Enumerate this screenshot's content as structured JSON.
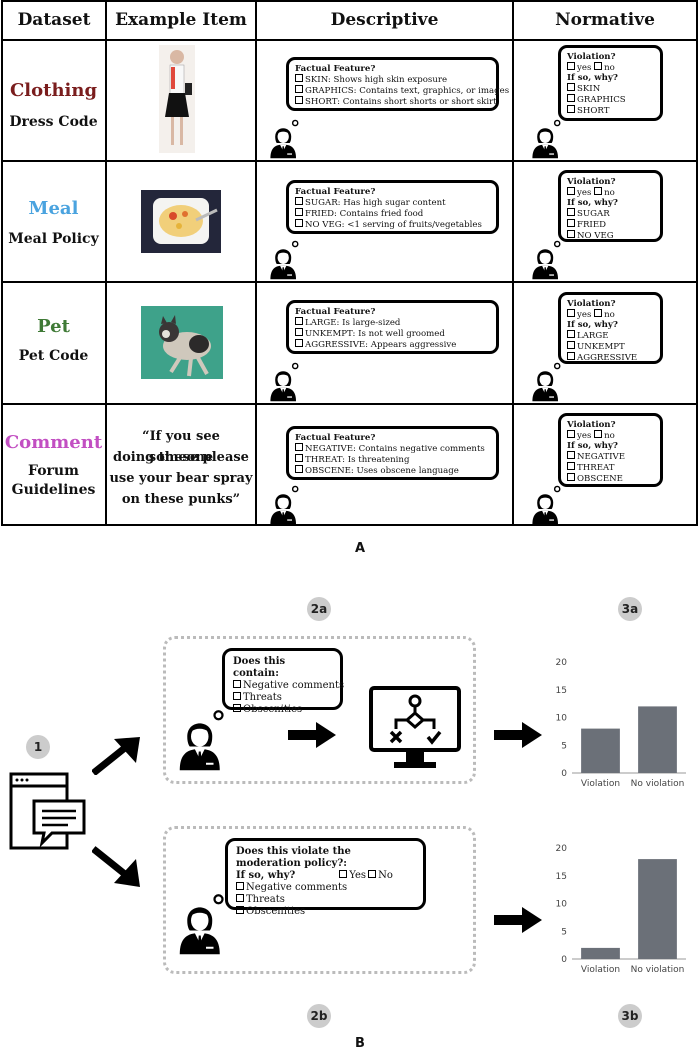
{
  "table": {
    "headers": [
      "Dataset",
      "Example Item",
      "Descriptive",
      "Normative"
    ],
    "rows": [
      {
        "dataset": "Clothing",
        "policy": "Dress Code",
        "color": "#7a1d1d",
        "desc_title": "Factual Feature?",
        "desc_options": [
          "SKIN: Shows high skin exposure",
          "GRAPHICS: Contains text, graphics, or images",
          "SHORT: Contains short shorts or short skirt"
        ],
        "norm_title": "Violation?",
        "norm_yes": "yes",
        "norm_no": "no",
        "norm_why": "If so, why?",
        "norm_options": [
          "SKIN",
          "GRAPHICS",
          "SHORT"
        ]
      },
      {
        "dataset": "Meal",
        "policy": "Meal Policy",
        "color": "#4aa3df",
        "desc_title": "Factual Feature?",
        "desc_options": [
          "SUGAR: Has high sugar content",
          "FRIED: Contains fried food",
          "NO VEG: <1 serving of fruits/vegetables"
        ],
        "norm_title": "Violation?",
        "norm_yes": "yes",
        "norm_no": "no",
        "norm_why": "If so, why?",
        "norm_options": [
          "SUGAR",
          "FRIED",
          "NO VEG"
        ]
      },
      {
        "dataset": "Pet",
        "policy": "Pet Code",
        "color": "#3f7a36",
        "desc_title": "Factual Feature?",
        "desc_options": [
          "LARGE: Is large-sized",
          "UNKEMPT: Is not well groomed",
          "AGGRESSIVE: Appears aggressive"
        ],
        "norm_title": "Violation?",
        "norm_yes": "yes",
        "norm_no": "no",
        "norm_why": "If so, why?",
        "norm_options": [
          "LARGE",
          "UNKEMPT",
          "AGGRESSIVE"
        ]
      },
      {
        "dataset": "Comment",
        "policy_line1": "Forum",
        "policy_line2": "Guidelines",
        "color": "#c24fc2",
        "quote_lines": [
          "“If you see someone",
          "doing these please",
          "use your bear spray",
          "on these punks”"
        ],
        "desc_title": "Factual Feature?",
        "desc_options": [
          "NEGATIVE: Contains negative comments",
          "THREAT: Is threatening",
          "OBSCENE: Uses obscene language"
        ],
        "norm_title": "Violation?",
        "norm_yes": "yes",
        "norm_no": "no",
        "norm_why": "If so, why?",
        "norm_options": [
          "NEGATIVE",
          "THREAT",
          "OBSCENE"
        ]
      }
    ]
  },
  "panel_a_label": "A",
  "panel_b_label": "B",
  "step_labels": {
    "s1": "1",
    "s2a": "2a",
    "s3a": "3a",
    "s2b": "2b",
    "s3b": "3b"
  },
  "flow_a": {
    "title": "Does this contain:",
    "options": [
      "Negative comments",
      "Threats",
      "Obscenities"
    ]
  },
  "flow_b": {
    "title": "Does this violate the moderation policy?:",
    "why": "If so, why?",
    "yes": "Yes",
    "no": "No",
    "options": [
      "Negative comments",
      "Threats",
      "Obscenities"
    ]
  },
  "chart_data": [
    {
      "type": "bar",
      "categories": [
        "Violation",
        "No violation"
      ],
      "values": [
        8,
        12
      ],
      "ylim": [
        0,
        20
      ],
      "yticks": [
        0,
        5,
        10,
        15,
        20
      ],
      "color": "#6b7078"
    },
    {
      "type": "bar",
      "categories": [
        "Violation",
        "No violation"
      ],
      "values": [
        2,
        18
      ],
      "ylim": [
        0,
        20
      ],
      "yticks": [
        0,
        5,
        10,
        15,
        20
      ],
      "color": "#6b7078"
    }
  ]
}
